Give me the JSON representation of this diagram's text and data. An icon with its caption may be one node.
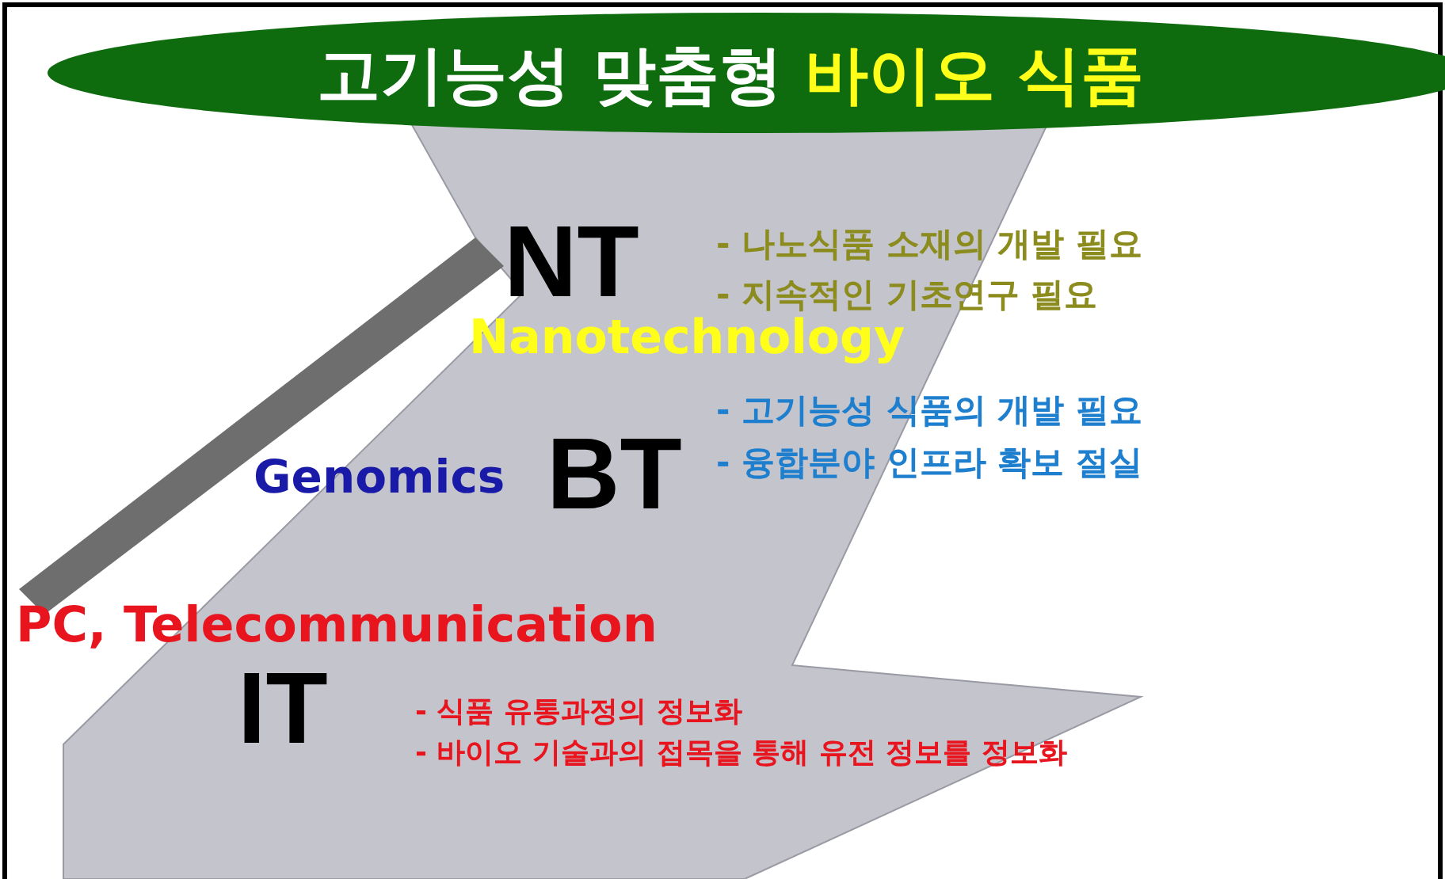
{
  "diagram": {
    "nodes": [
      {
        "text": [
          "고기능성 맞춤형",
          "바이오 식품"
        ]
      }
    ],
    "labels": [
      "NT",
      "- 나노식품 소재의 개발 필요",
      "- 지속적인 기초연구 필요",
      "Nanotechnology",
      "- 고기능성 식품의 개발 필요",
      "- 융합분야 인프라 확보 절실",
      "Genomics",
      "BT",
      "PC, Telecommunication",
      "IT",
      "- 식품 유통과정의 정보화",
      "- 바이오 기술과의 접목을 통해 유전 정보를 정보화"
    ]
  }
}
